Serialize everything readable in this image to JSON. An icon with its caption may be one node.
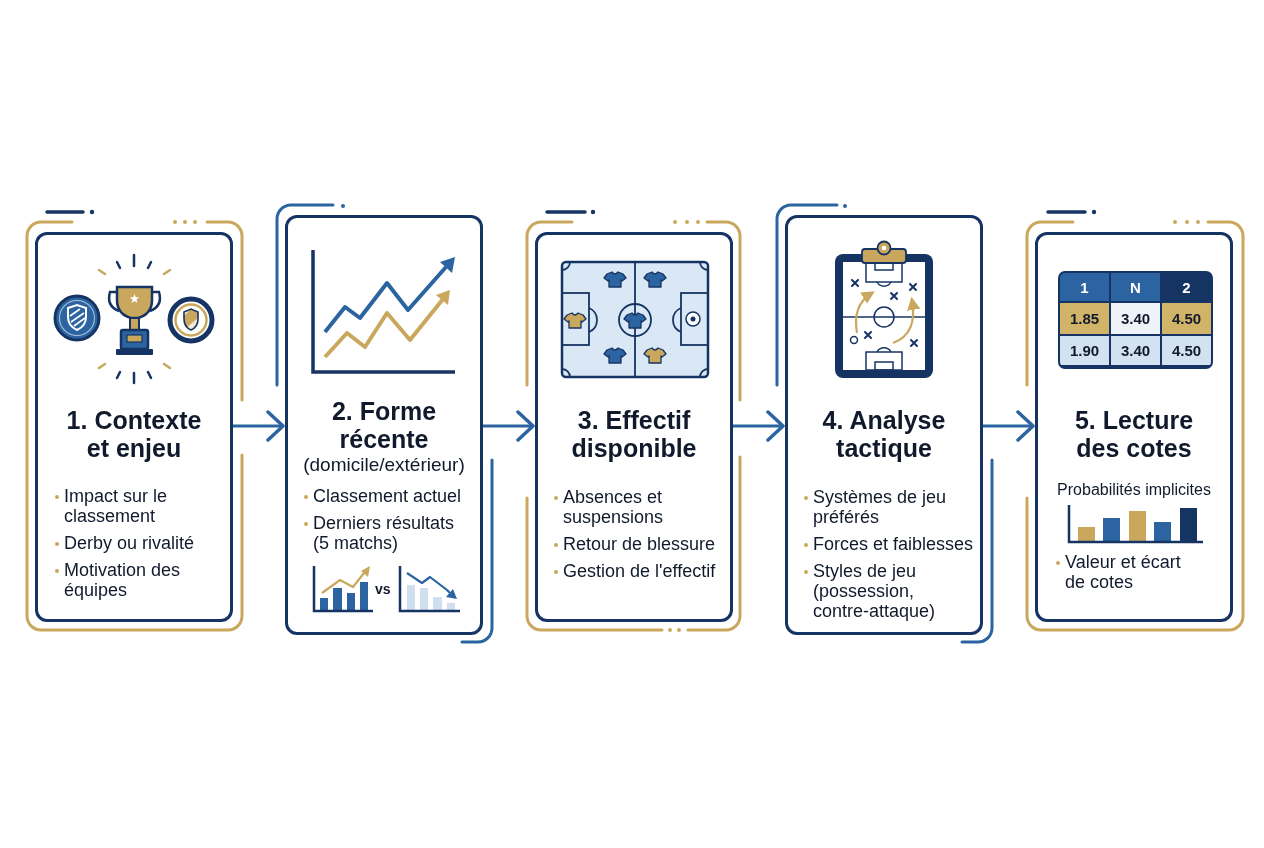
{
  "diagram": {
    "nodes": [
      {
        "text": [
          "1. Contexte et enjeu",
          "Impact sur le classement",
          "Derby ou rivalité",
          "Motivation des équipes"
        ]
      },
      {
        "text": [
          "2. Forme récente",
          "(domicile/extérieur)",
          "Classement actuel",
          "Derniers résultats (5 matchs)"
        ]
      },
      {
        "text": [
          "3. Effectif disponible",
          "Absences et suspensions",
          "Retour de blessure",
          "Gestion de l'effectif"
        ]
      },
      {
        "text": [
          "4. Analyse tactique",
          "Systèmes de jeu préférés",
          "Forces et faiblesses",
          "Styles de jeu (possession, contre-attaque)"
        ]
      },
      {
        "text": [
          "5. Lecture des cotes",
          "Probabilités implicites",
          "Valeur et écart de cotes"
        ]
      }
    ],
    "edges": [
      {
        "from": 0,
        "to": 1,
        "arrow": "to"
      },
      {
        "from": 1,
        "to": 2,
        "arrow": "to"
      },
      {
        "from": 2,
        "to": 3,
        "arrow": "to"
      },
      {
        "from": 3,
        "to": 4,
        "arrow": "to"
      }
    ],
    "labels": [
      "vs",
      "1",
      "N",
      "2",
      "1.85",
      "3.40",
      "4.50",
      "1.90",
      "3.40",
      "4.50"
    ]
  }
}
